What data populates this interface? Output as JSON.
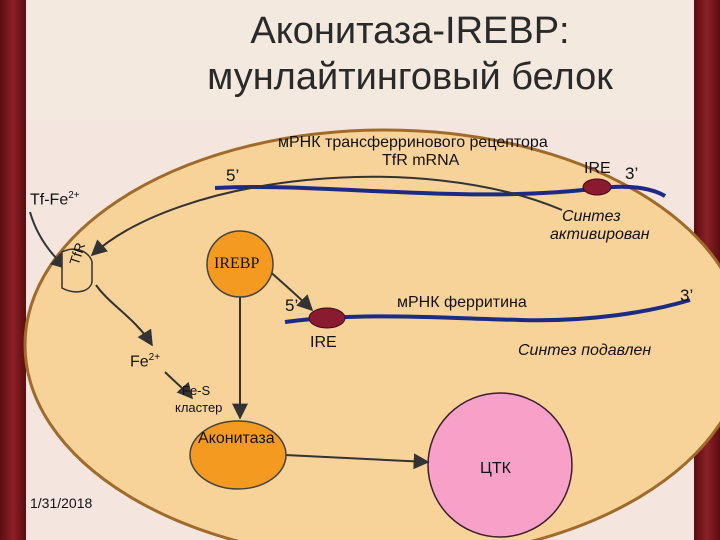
{
  "title": {
    "line1": "Аконитаза-IREBP:",
    "line2": "мунлайтинговый белок"
  },
  "labels": {
    "tfr_mrna_ru": "мРНК трансферринового рецептора",
    "tfr_mrna_en": "TfR mRNA",
    "five_prime_top": "5’",
    "ire_top": "IRE",
    "three_prime_top": "3’",
    "tf_fe": "Tf-Fe",
    "tf_fe_sup": "2+",
    "synthesis_activated_1": "Синтез",
    "synthesis_activated_2": "активирован",
    "tfr": "TfR",
    "irebp": "IREBP",
    "five_prime_bottom": "5’",
    "ferritin_mrna": "мРНК ферритина",
    "three_prime_bottom": "3’",
    "ire_bottom": "IRE",
    "synthesis_suppressed": "Синтез подавлен",
    "fe": "Fe",
    "fe_sup": "2+",
    "fes_1": "Fe-S",
    "fes_2": "кластер",
    "aconitase": "Аконитаза",
    "tca": "ЦТК",
    "date": "1/31/2018"
  },
  "colors": {
    "background_frame": "#7a1a1e",
    "cell": "#f7d39a",
    "cell_border": "#a06a2a",
    "irebp": "#f59a20",
    "aconitase": "#f59a20",
    "tca": "#f7a0c8",
    "mrna": "#1c2a86",
    "ire": "#8a1a30"
  }
}
